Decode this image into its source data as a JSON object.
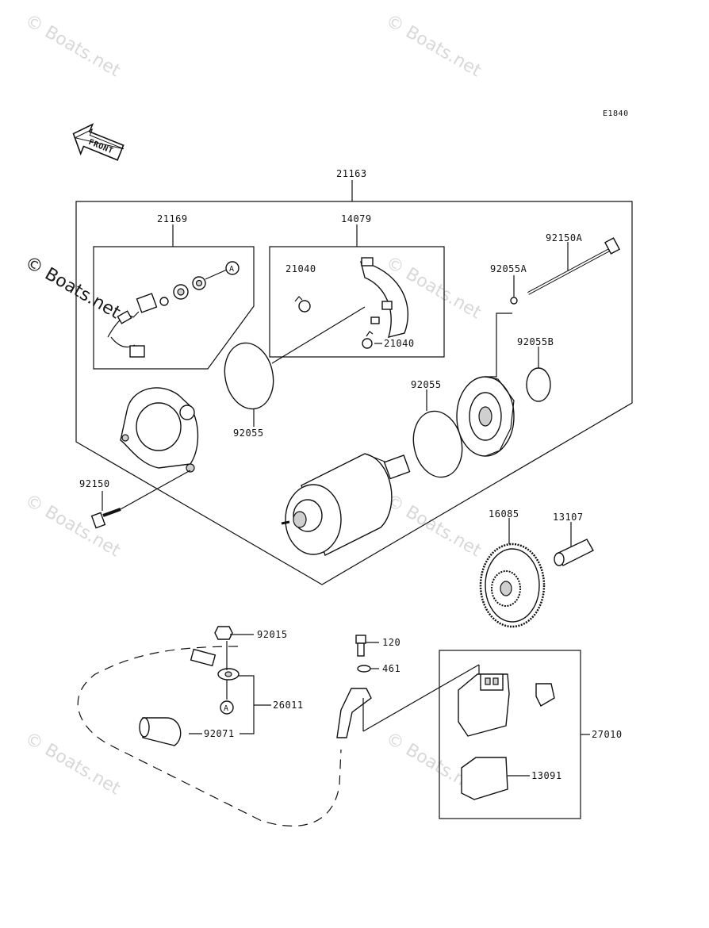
{
  "diagram_code": "E1840",
  "front_label": "FRONT",
  "watermark": "© Boats.net",
  "callout_ref": "A",
  "parts": {
    "starter_motor": "21163",
    "brush_holder": "21169",
    "brush_plate": "14079",
    "spring_top": "21040",
    "spring_bottom": "21040",
    "throughbolt": "92150A",
    "washer": "92055A",
    "oring_cover": "92055B",
    "oring_left": "92055",
    "oring_right": "92055",
    "bolt": "92150",
    "idle_gear": "16085",
    "shaft": "13107",
    "nut": "92015",
    "cable": "26011",
    "cap": "92071",
    "bolt_small": "120",
    "washer_small": "461",
    "relay": "27010",
    "relay_cover": "13091"
  }
}
